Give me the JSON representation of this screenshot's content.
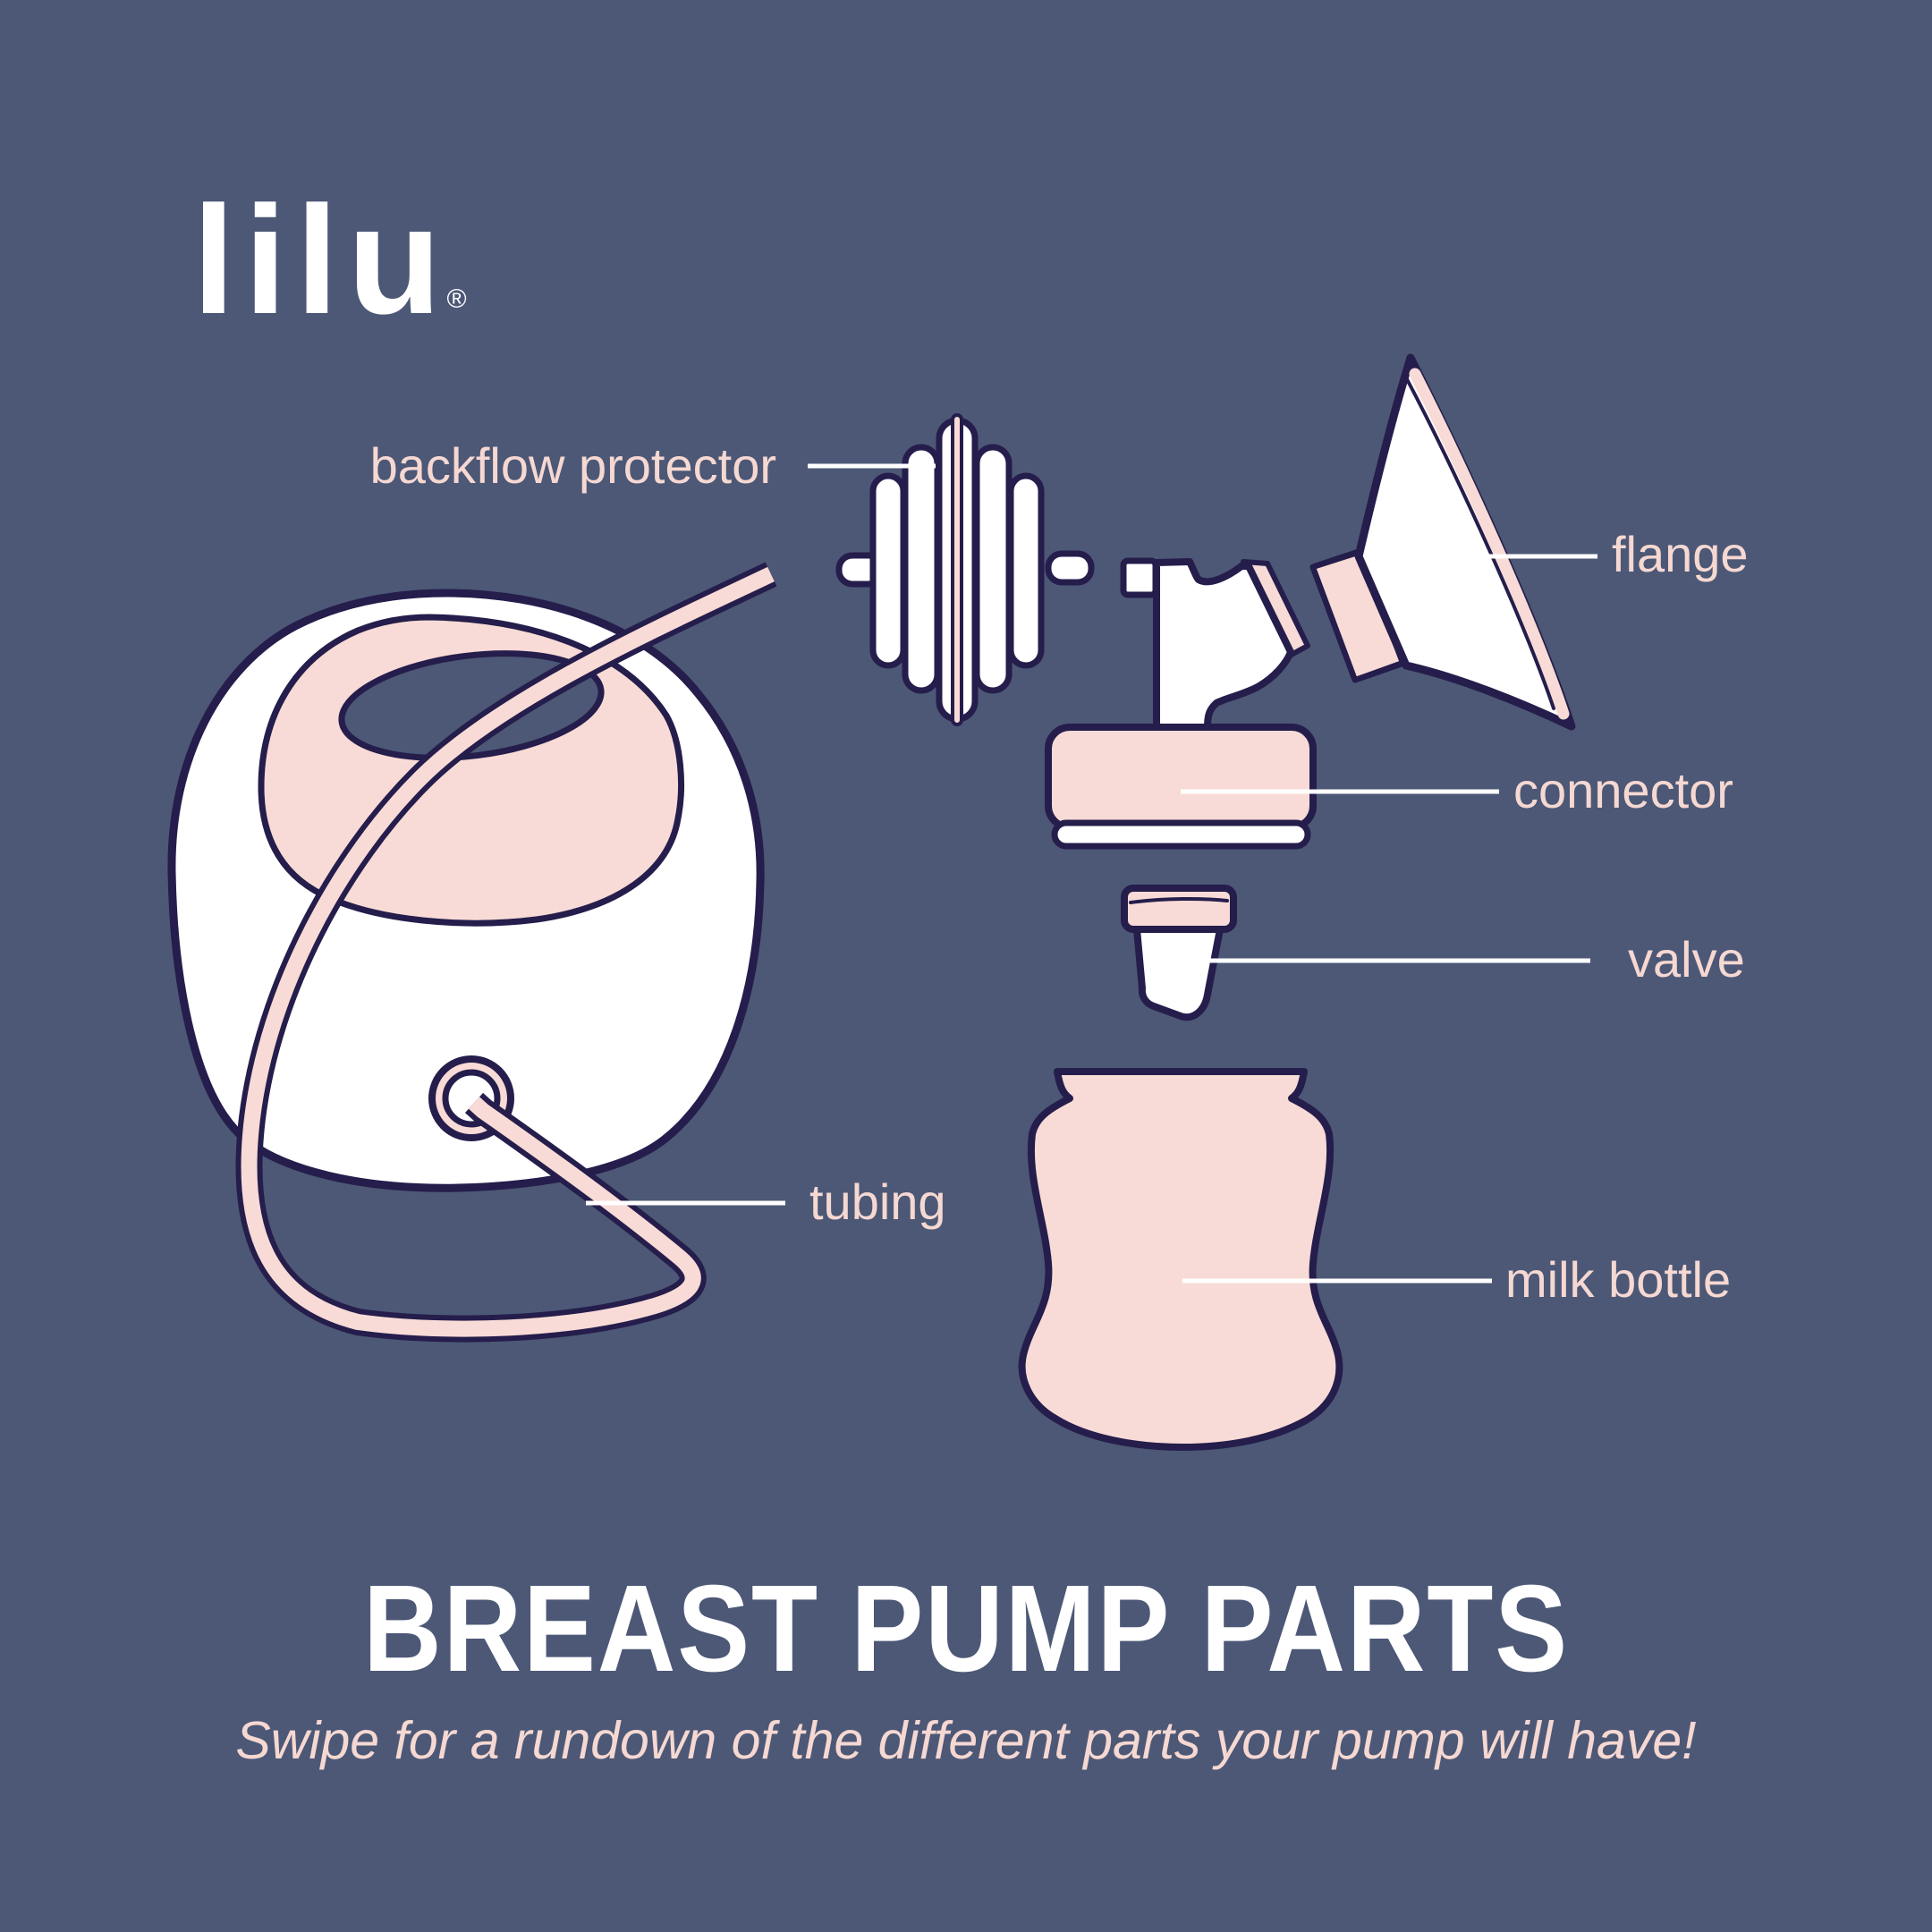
{
  "brand": {
    "logo_text": "lilu",
    "registered_mark": "®"
  },
  "labels": {
    "backflow_protector": "backflow protector",
    "flange": "flange",
    "connector": "connector",
    "valve": "valve",
    "tubing": "tubing",
    "milk_bottle": "milk bottle"
  },
  "footer": {
    "title": "BREAST PUMP PARTS",
    "subtitle": "Swipe for a rundown of the different parts your pump will have!"
  },
  "colors": {
    "background": "#4c5876",
    "illustration_pink": "#f8dbd6",
    "label_pink": "#f6d8d2",
    "outline_navy": "#251d4b",
    "white": "#ffffff"
  }
}
